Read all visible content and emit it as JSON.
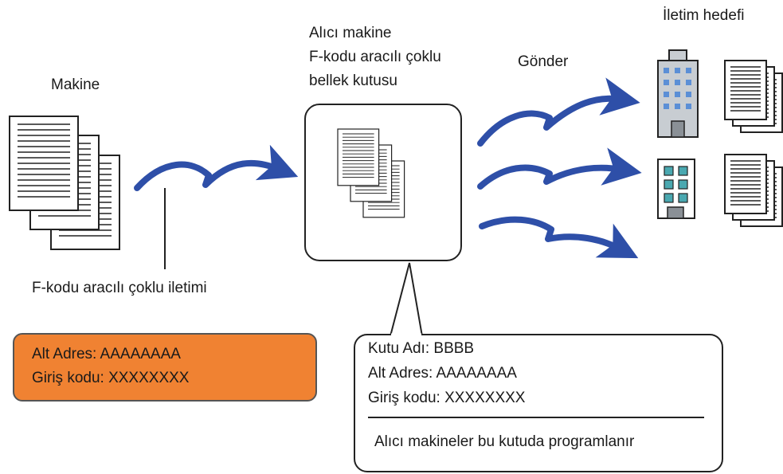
{
  "labels": {
    "source_machine": "Makine",
    "relay_title_1": "Alıcı makine",
    "relay_title_2": "F-kodu aracılı çoklu",
    "relay_title_3": "bellek kutusu",
    "send": "Gönder",
    "destination": "İletim hedefi",
    "relay_transmission": "F-kodu aracılı çoklu iletimi"
  },
  "sender_box": {
    "sub_address": "Alt Adres: AAAAAAAA",
    "passcode": "Giriş kodu: XXXXXXXX"
  },
  "relay_box_callout": {
    "box_name": "Kutu Adı: BBBB",
    "sub_address": "Alt Adres: AAAAAAAA",
    "passcode": "Giriş kodu: XXXXXXXX",
    "note": "Alıcı makineler bu kutuda programlanır"
  },
  "colors": {
    "arrow": "#2e4fa8",
    "highlight_box": "#f08232",
    "building_gray": "#c8cdd2",
    "window_blue": "#5b8fd6",
    "window_teal": "#4aa8b0"
  }
}
